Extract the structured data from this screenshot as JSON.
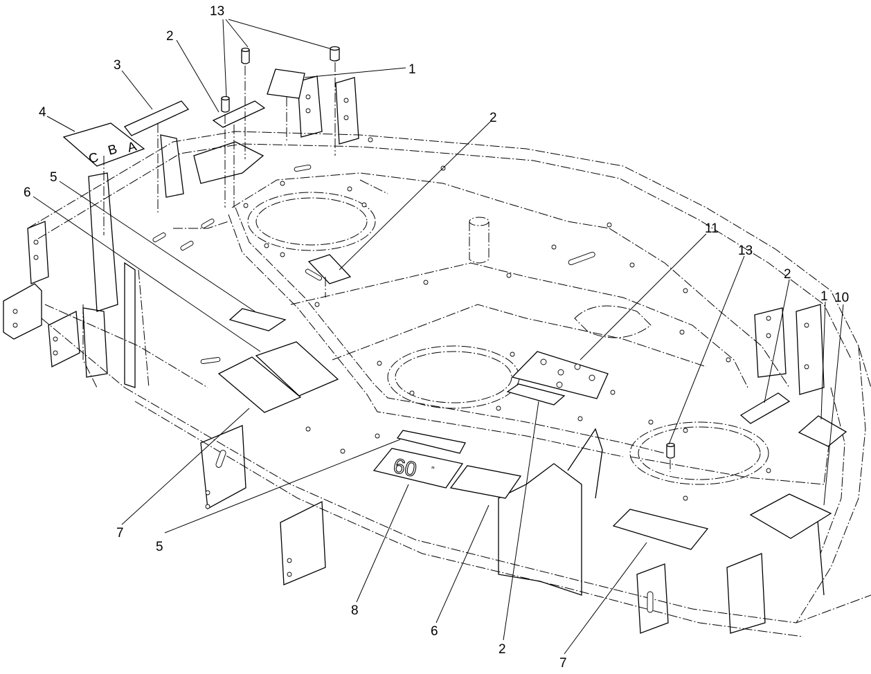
{
  "callouts": [
    {
      "id": "c13-top",
      "label": "13"
    },
    {
      "id": "c1-top",
      "label": "1"
    },
    {
      "id": "c2-upper-left",
      "label": "2"
    },
    {
      "id": "c3",
      "label": "3"
    },
    {
      "id": "c4",
      "label": "4"
    },
    {
      "id": "c2-center",
      "label": "2"
    },
    {
      "id": "c5-left",
      "label": "5"
    },
    {
      "id": "c6-left",
      "label": "6"
    },
    {
      "id": "c11",
      "label": "11"
    },
    {
      "id": "c13-right",
      "label": "13"
    },
    {
      "id": "c2-right",
      "label": "2"
    },
    {
      "id": "c1-right",
      "label": "1"
    },
    {
      "id": "c10",
      "label": "10"
    },
    {
      "id": "c7-left",
      "label": "7"
    },
    {
      "id": "c5-bottom",
      "label": "5"
    },
    {
      "id": "c8",
      "label": "8"
    },
    {
      "id": "c6-bottom",
      "label": "6"
    },
    {
      "id": "c2-bottom",
      "label": "2"
    },
    {
      "id": "c7-bottom",
      "label": "7"
    }
  ],
  "decal_text": {
    "deck_size": "60",
    "deck_size_unit": "”",
    "height_letters": [
      "A",
      "B",
      "C"
    ]
  }
}
